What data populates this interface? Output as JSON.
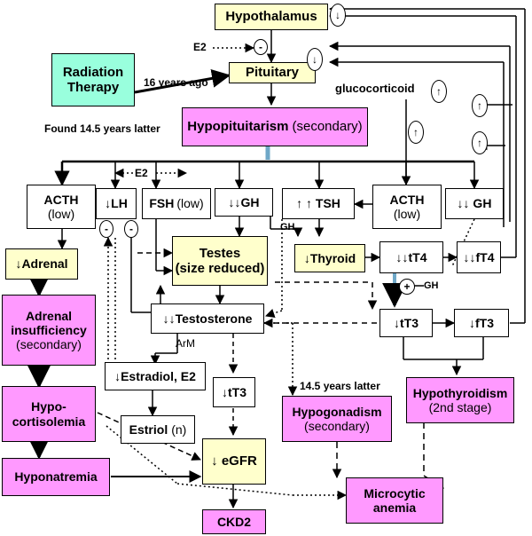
{
  "boxes": {
    "hypothalamus": "Hypothalamus",
    "pituitary": "Pituitary",
    "radiation_line1": "Radiation",
    "radiation_line2": "Therapy",
    "hypopit_main": "Hypopituitarism",
    "hypopit_sub": "(secondary)",
    "acth_left_line1": "ACTH",
    "acth_left_line2": "(low)",
    "lh": "↓LH",
    "fsh_main": "FSH",
    "fsh_sub": "(low)",
    "gh_mid": "↓↓GH",
    "tsh": "↑ ↑ TSH",
    "acth_right_line1": "ACTH",
    "acth_right_line2": "(low)",
    "gh_right": "↓↓ GH",
    "adrenal": "↓Adrenal",
    "testes_line1": "Testes",
    "testes_line2": "(size reduced)",
    "thyroid": "↓Thyroid",
    "tt4": "↓↓tT4",
    "ft4": "↓↓fT4",
    "adrenal_insuf_line1": "Adrenal",
    "adrenal_insuf_line2": "insufficiency",
    "adrenal_insuf_line3": "(secondary)",
    "testosterone": "↓↓Testosterone",
    "tt3_right": "↓tT3",
    "ft3": "↓fT3",
    "estradiol": "↓Estradiol, E2",
    "hypocort_line1": "Hypo-",
    "hypocort_line2": "cortisolemia",
    "estriol_main": "Estriol",
    "estriol_sub": "(n)",
    "tt3_mid": "↓tT3",
    "hypogonadism_line1": "Hypogonadism",
    "hypogonadism_line2": "(secondary)",
    "hypothyroidism_line1": "Hypothyroidism",
    "hypothyroidism_line2": "(2nd stage)",
    "egfr": "↓ eGFR",
    "hyponatremia": "Hyponatremia",
    "anemia_line1": "Microcytic",
    "anemia_line2": "anemia",
    "ckd": "CKD2"
  },
  "labels": {
    "e2_top": "E2",
    "sixteen_years": "16 years ago",
    "glucocorticoid": "glucocorticoid",
    "found": "Found 14.5 years latter",
    "e2_mid": "E2",
    "gh_small_1": "GH",
    "gh_small_2": "GH",
    "arm": "ArM",
    "years_latter": "14.5 years latter"
  },
  "symbols": {
    "down": "↓",
    "up": "↑",
    "minus": "-",
    "plus": "+"
  },
  "colors": {
    "yellow_box": "#ffffcc",
    "pink_box": "#ff99ff",
    "light_pink_box": "#ffccff",
    "cyan_box": "#99ffdd",
    "hollow_arrow": "#6fa8c8"
  }
}
